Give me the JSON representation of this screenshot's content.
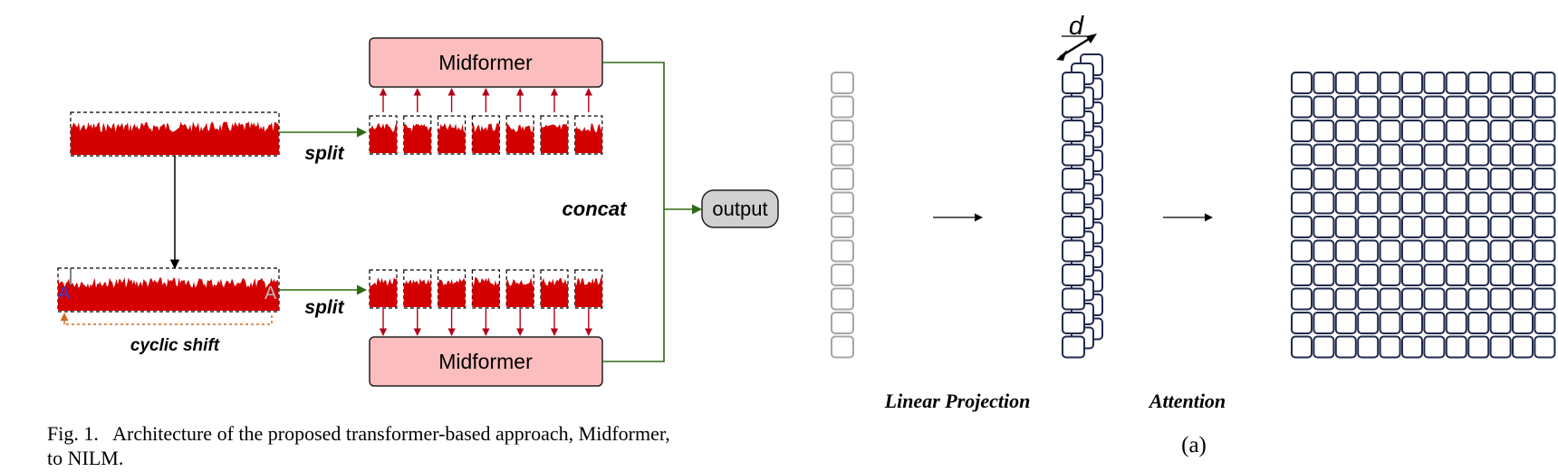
{
  "left_diagram": {
    "midformer_top_label": "Midformer",
    "midformer_bottom_label": "Midformer",
    "split_top_label": "split",
    "split_bottom_label": "split",
    "concat_label": "concat",
    "output_label": "output",
    "cyclic_shift_label": "cyclic shift",
    "marker_letter_left": "A",
    "marker_letter_right": "A",
    "patch_count": 7
  },
  "right_diagram": {
    "dimension_label": "d",
    "linear_projection_label": "Linear Projection",
    "attention_label": "Attention",
    "subfigure_label": "(a)",
    "token_count": 12,
    "grid_size": 12
  },
  "caption": {
    "line1": "Fig. 1.   Architecture of the proposed transformer-based approach, Midformer,",
    "line2": "to NILM."
  },
  "colors": {
    "signal_red": "#d40000",
    "midformer_fill": "#fbbdbd",
    "arrow_green": "#2e6b12",
    "arrow_red": "#b3001b",
    "shift_orange": "#d2691e",
    "token_gray": "#a6a6a6",
    "grid_navy": "#1f2a4d",
    "output_fill": "#d0d0d0",
    "marker_blue": "#3a3ad0"
  }
}
